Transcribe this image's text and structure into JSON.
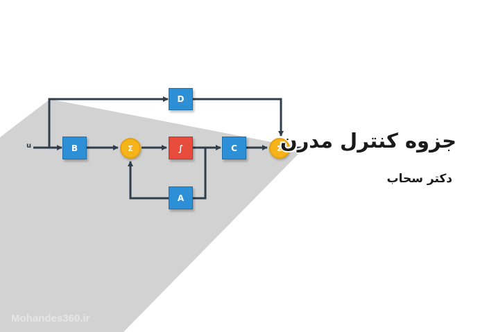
{
  "diagram": {
    "input_label": "u",
    "blocks": {
      "b": "B",
      "d": "D",
      "integrator": "∫",
      "c": "C",
      "a": "A"
    },
    "summing_junctions": {
      "first": "Σ",
      "second": "Σ"
    }
  },
  "title": "جزوه کنترل مدرن",
  "subtitle": "دکتر سحاب",
  "watermark": "Mohandes360.ir",
  "colors": {
    "block_blue": "#2d8fd6",
    "integrator_red": "#e74b3c",
    "junction_yellow": "#f6b41b",
    "line_dark": "#2f3d4c",
    "shadow_gray": "#d2d2d2"
  }
}
